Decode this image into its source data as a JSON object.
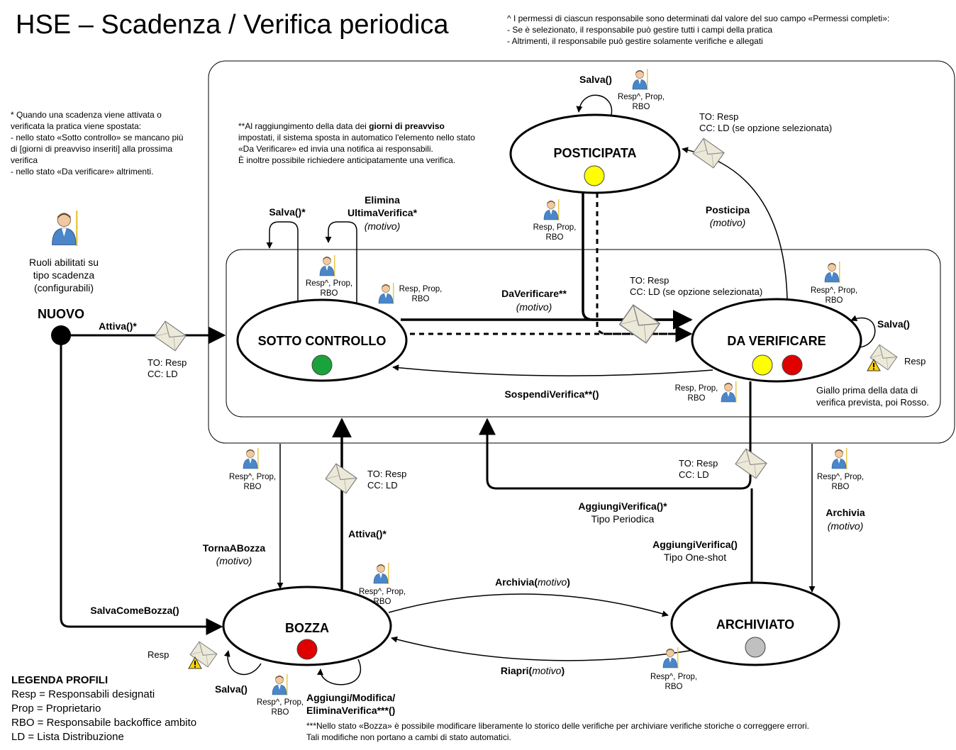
{
  "title": "HSE – Scadenza / Verifica periodica",
  "permissions_note": [
    "^ I permessi di ciascun responsabile sono determinati dal valore del suo campo «Permessi completi»:",
    "- Se è selezionato, il responsabile può gestire tutti i campi della pratica",
    "- Altrimenti, il responsabile può gestire solamente verifiche e allegati"
  ],
  "activation_note": [
    "* Quando una scadenza viene attivata o",
    "verificata la pratica viene spostata:",
    "- nello stato «Sotto controllo» se mancano più",
    "di [giorni di preavviso inseriti] alla prossima",
    "verifica",
    "- nello stato «Da verificare» altrimenti."
  ],
  "notice_note": {
    "line1_pre": "**Al raggiungimento della data dei ",
    "line1_bold": "giorni di preavviso",
    "line2": "impostati, il sistema sposta in automatico l'elemento nello stato",
    "line3": "«Da Verificare» ed invia una notifica ai responsabili.",
    "line4": "È inoltre possibile richiedere anticipatamente una verifica."
  },
  "roles_note": [
    "Ruoli abilitati su",
    "tipo scadenza",
    "(configurabili)"
  ],
  "states": {
    "nuovo": "NUOVO",
    "posticipata": "POSTICIPATA",
    "sotto_controllo": "SOTTO CONTROLLO",
    "da_verificare": "DA VERIFICARE",
    "bozza": "BOZZA",
    "archiviato": "ARCHIVIATO"
  },
  "colors": {
    "green": "#1aa33a",
    "yellow": "#ffff00",
    "red": "#e00000",
    "gray": "#c0c0c0",
    "envelope": "#ece9d8"
  },
  "actions": {
    "salva": "Salva()",
    "salva_star": "Salva()*",
    "elimina_1": "Elimina",
    "elimina_2": "UltimaVerifica*",
    "motivo": "(motivo)",
    "attiva_star": "Attiva()*",
    "daverificare": "DaVerificare**",
    "sospendi": "SospendiVerifica**()",
    "posticipa": "Posticipa",
    "tornaabozza": "TornaABozza",
    "salvacomebozza": "SalvaComeBozza()",
    "aggiungi_periodica": "AggiungiVerifica()*",
    "tipo_periodica": "Tipo Periodica",
    "aggiungi_oneshot": "AggiungiVerifica()",
    "tipo_oneshot": "Tipo One-shot",
    "archivia": "Archivia",
    "archivia_fn": "Archivia(",
    "motivo_word": "motivo",
    "close_paren": ")",
    "riapri_fn": "Riapri(",
    "aggiungi_mod_1": "Aggiungi/Modifica/",
    "aggiungi_mod_2": "EliminaVerifica***()"
  },
  "notifications": {
    "to_resp": "TO: Resp",
    "cc_ld": "CC: LD",
    "cc_ld_opt": "CC: LD (se opzione selezionata)",
    "resp": "Resp"
  },
  "roles": {
    "resp_caret_prop": "Resp^, Prop,",
    "resp_prop": "Resp, Prop,",
    "rbo": "RBO"
  },
  "giallo_note": [
    "Giallo prima della data di",
    "verifica prevista, poi Rosso."
  ],
  "legend": {
    "title": "LEGENDA PROFILI",
    "items": [
      "Resp = Responsabili designati",
      "Prop = Proprietario",
      "RBO = Responsabile backoffice ambito",
      "LD = Lista Distribuzione"
    ]
  },
  "bozza_note": [
    "***Nello stato «Bozza» è possibile modificare liberamente lo storico delle verifiche per archiviare verifiche storiche o correggere errori.",
    "Tali modifiche non portano a cambi di stato automatici."
  ]
}
